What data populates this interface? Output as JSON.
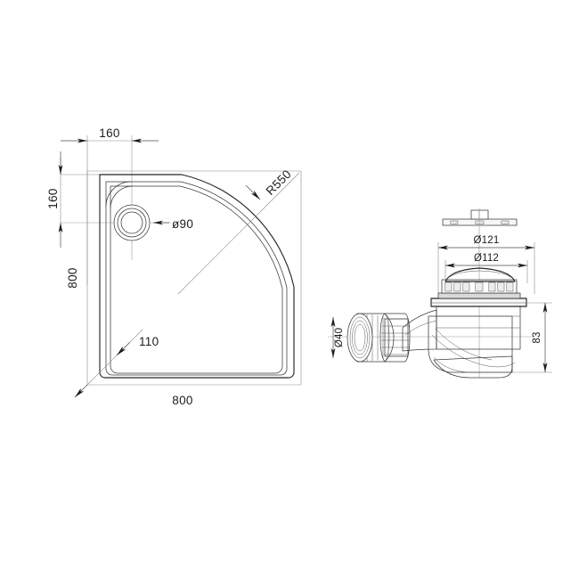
{
  "drawing": {
    "title": "Quadrant Shower Tray and Waste Trap Technical Drawing",
    "background_color": "#ffffff",
    "line_color": "#262626",
    "dimension_color": "#4a4a4a",
    "units": "mm"
  },
  "tray_view": {
    "name": "quadrant-shower-tray-plan",
    "dimensions": {
      "width_label": "800",
      "height_label": "800",
      "waste_offset_x_label": "160",
      "waste_offset_y_label": "160",
      "waste_diameter_label": "ø90",
      "corner_radius_label": "R550",
      "inner_edge_label": "110"
    }
  },
  "waste_view": {
    "name": "shower-waste-trap-elevation",
    "dimensions": {
      "outer_flange_label": "Ø121",
      "cap_label": "Ø112",
      "outlet_label": "Ø40",
      "height_label": "83"
    }
  }
}
